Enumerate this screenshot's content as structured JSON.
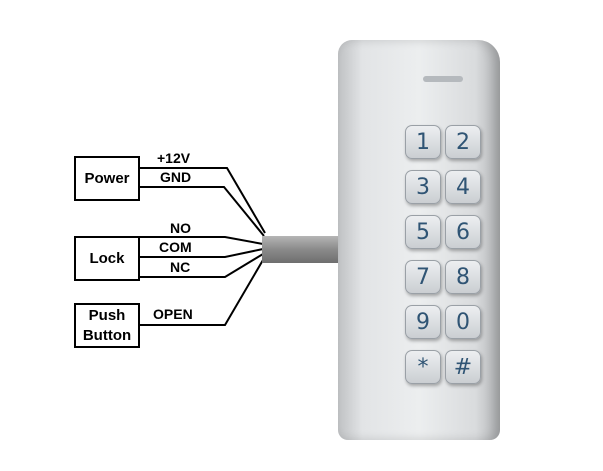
{
  "boxes": {
    "power": "Power",
    "lock": "Lock",
    "push_button": "Push\nButton"
  },
  "wires": {
    "v12": "+12V",
    "gnd": "GND",
    "no": "NO",
    "com": "COM",
    "nc": "NC",
    "open": "OPEN"
  },
  "keypad": {
    "keys": [
      "1",
      "2",
      "3",
      "4",
      "5",
      "6",
      "7",
      "8",
      "9",
      "0",
      "*",
      "#"
    ]
  }
}
